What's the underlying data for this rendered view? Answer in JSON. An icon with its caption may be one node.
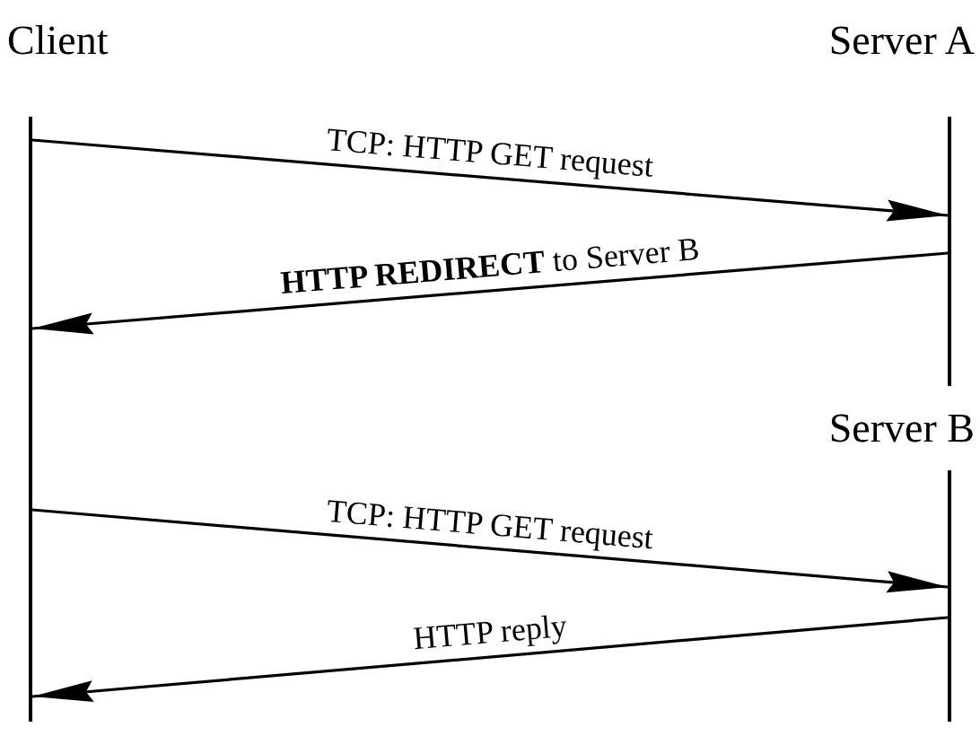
{
  "diagram": {
    "nodes": [
      {
        "text": [],
        "shape": "bar",
        "beside": [
          "Client"
        ]
      },
      {
        "text": [],
        "shape": "bar",
        "beside": [
          "Server A"
        ]
      },
      {
        "text": [],
        "shape": "bar",
        "beside": [
          "Server B"
        ]
      }
    ],
    "edges": [
      {
        "from": 0,
        "to": 1,
        "arrow": "to",
        "label": "TCP: HTTP GET request"
      },
      {
        "from": 1,
        "to": 0,
        "arrow": "to",
        "label": "**HTTP REDIRECT** to Server B"
      },
      {
        "from": 0,
        "to": 2,
        "arrow": "to",
        "label": "TCP: HTTP GET request"
      },
      {
        "from": 2,
        "to": 0,
        "arrow": "to",
        "label": "HTTP reply"
      }
    ]
  }
}
